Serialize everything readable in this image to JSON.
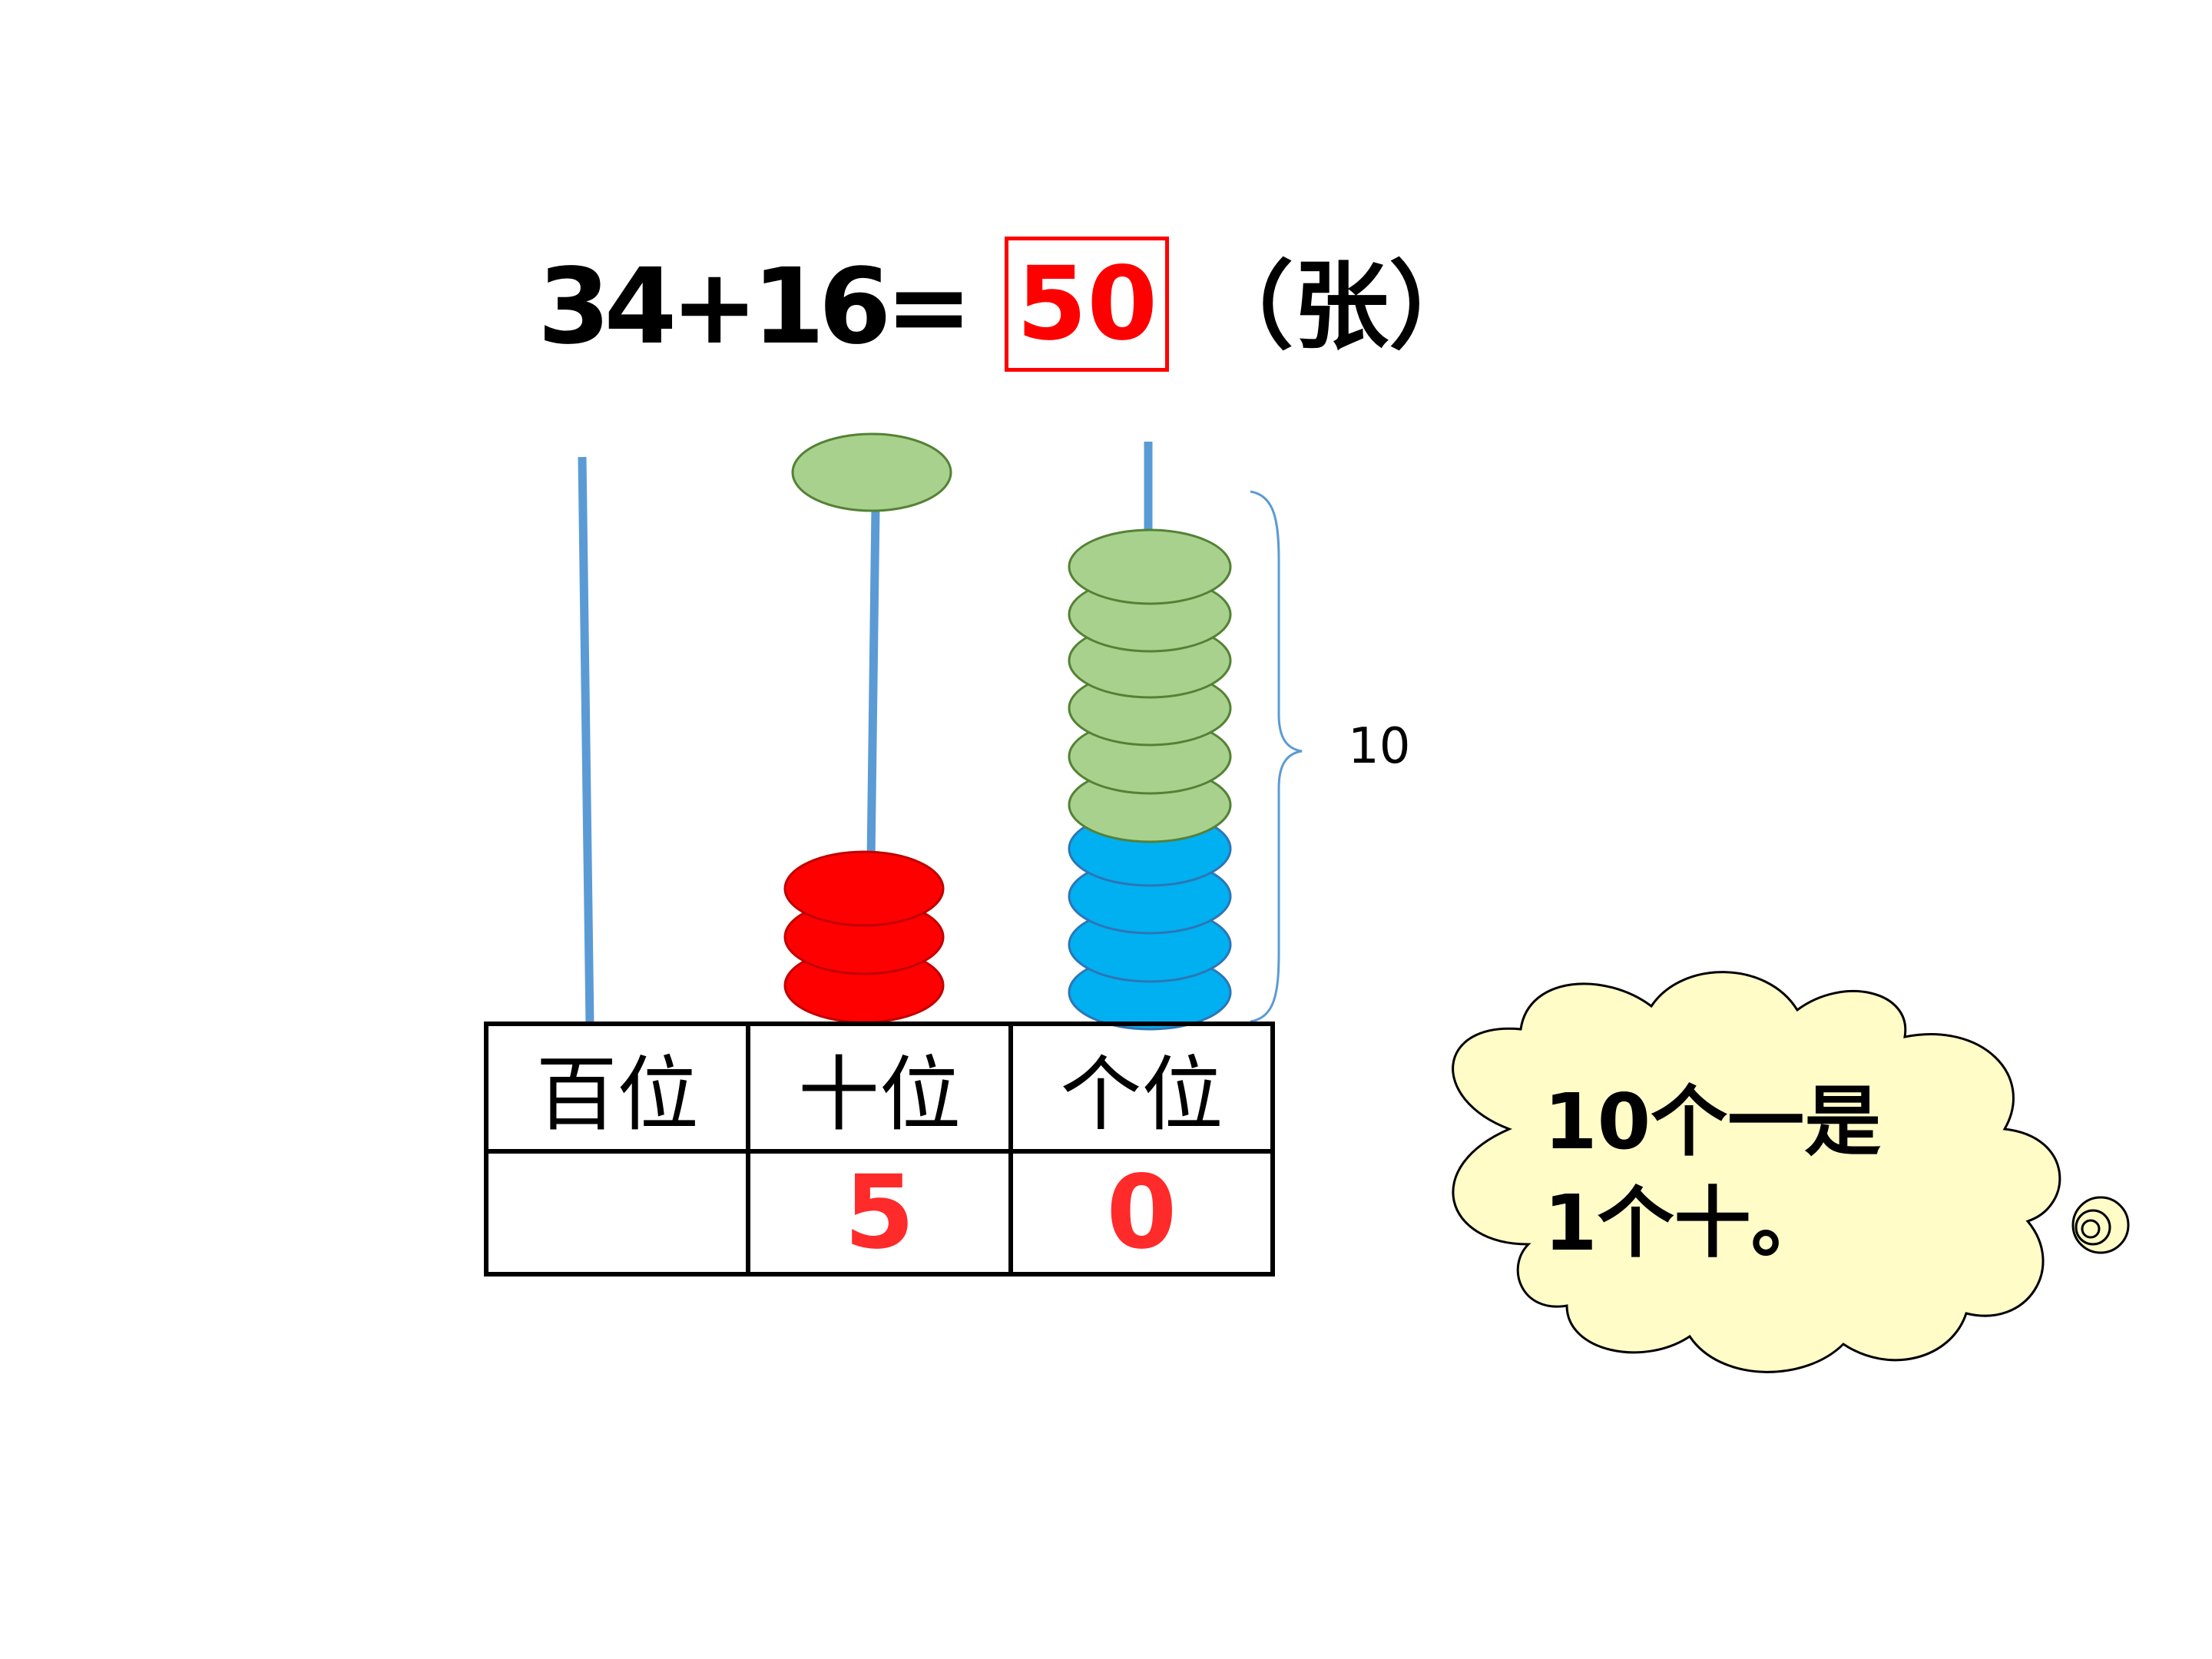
{
  "equation": {
    "expression": "34+16=",
    "answer": "50",
    "unit": "（张）"
  },
  "place_value_table": {
    "headers": [
      "百位",
      "十位",
      "个位"
    ],
    "values": [
      "",
      "5",
      "0"
    ]
  },
  "brace_label": "10",
  "speech_cloud": {
    "line1": "10个一是",
    "line2": "1个十。"
  },
  "colors": {
    "rod": "#5b9bd5",
    "tens_bead": "#ff0000",
    "ones_bead_green": "#a9d18e",
    "ones_bead_blue": "#00b0f0",
    "cloud_fill": "#fffcc8",
    "answer": "#ff0000"
  }
}
